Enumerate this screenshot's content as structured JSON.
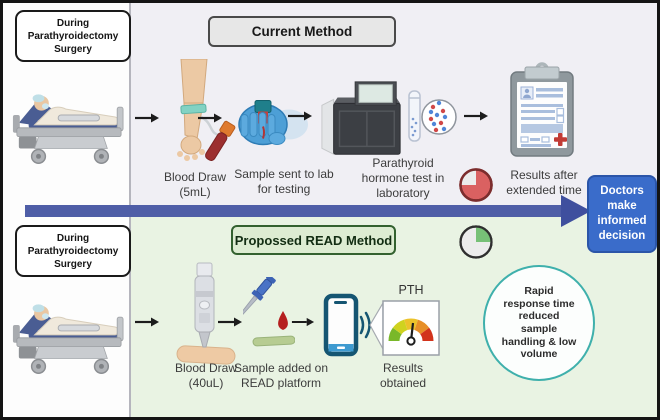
{
  "figure": {
    "top": {
      "stage_label": "During\nParathyroidectomy\nSurgery",
      "method_label": "Current Method",
      "step_blood_draw": "Blood Draw\n(5mL)",
      "step_sample_sent": "Sample sent to lab\nfor testing",
      "step_pth_test": "Parathyroid\nhormone test in\nlaboratory",
      "step_results": "Results after\nextended time"
    },
    "bottom": {
      "stage_label": "During\nParathyroidectomy\nSurgery",
      "method_label": "Propossed READ Method",
      "step_blood_draw": "Blood Draw\n(40uL)",
      "step_sample_added": "Sample added on\nREAD platform",
      "step_results": "Results\nobtained",
      "gauge_title": "PTH",
      "benefits_note": "Rapid\nresponse time\nreduced\nsample\nhandling & low\nvolume"
    },
    "decision_label": "Doctors\nmake\ninformed\ndecision"
  },
  "colors": {
    "top_section_bg": "#f0eff4",
    "bottom_section_bg": "#e9f3e3",
    "flow_arrow": "#4f5ea7",
    "flow_arrow_head": "#3f4f9e",
    "decision_bg": "#3a6cca",
    "method_current_bg": "#e7e7e7",
    "method_proposed_bg": "#ddecd2",
    "method_proposed_border": "#33612f",
    "benefits_circle_border": "#3fb0ac",
    "long_wait_timer": "#da6161",
    "quick_time_timer": "#77c077",
    "gauge_segments": [
      "#79b829",
      "#cfd21f",
      "#ecc22a",
      "#e78f28",
      "#d2331c"
    ]
  },
  "icons": [
    "patient-bed-icon",
    "arm-blood-draw-icon",
    "gloved-hand-sample-icon",
    "lab-analyzer-icon",
    "test-tube-magnifier-icon",
    "clipboard-results-icon",
    "long-wait-timer-icon",
    "quick-time-timer-icon",
    "lancet-finger-icon",
    "pipette-drop-strip-icon",
    "smartphone-signal-icon",
    "pth-gauge-icon",
    "step-arrow-icon",
    "flow-arrow-icon"
  ]
}
